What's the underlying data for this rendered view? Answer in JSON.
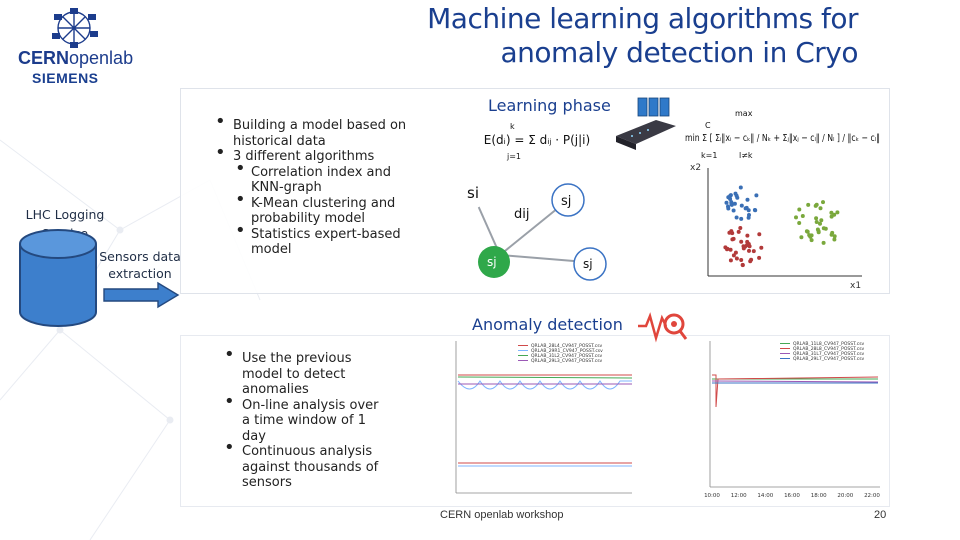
{
  "slide": {
    "title_line1": "Machine learning algorithms for",
    "title_line2": "anomaly detection in Cryo",
    "logo": {
      "cern": "CERN",
      "openlab": "openlab",
      "siemens": "SIEMENS"
    },
    "left": {
      "service_label_line1": "LHC Logging",
      "service_label_line2": "Service",
      "sensors_label_line1": "Sensors data",
      "sensors_label_line2": "extraction"
    },
    "learning": {
      "title": "Learning phase",
      "bullets": [
        {
          "text": "Building a model based on historical data"
        },
        {
          "text": "3 different algorithms",
          "sub": [
            "Correlation index and KNN-graph",
            "K-Mean clustering and probability model",
            "Statistics expert-based model"
          ]
        }
      ],
      "graph_nodes": {
        "si_top": "si",
        "sj_top": "sj",
        "sj_bottom": "sj",
        "sj_right": "sj",
        "dij": "dij"
      },
      "formula1": "E(dᵢ) = Σ dᵢⱼ · P(j|i)",
      "formula1_limits": {
        "top": "k",
        "bottom": "j=1"
      },
      "formula2": "min Σ [ Σᵢ‖xᵢ − cₖ‖ / Nₖ + Σⱼ‖xⱼ − cₗ‖ / Nₗ ] / ‖cₖ − cₗ‖",
      "formula2_labels": {
        "max": "max",
        "C": "C",
        "k1": "k=1",
        "l": "l≠k"
      },
      "scatter_axes": {
        "x": "x1",
        "y": "x2"
      }
    },
    "anomaly": {
      "title": "Anomaly detection",
      "bullets": [
        "Use the previous model to detect anomalies",
        "On-line analysis over a time window of 1 day",
        "Continuous analysis against thousands of sensors"
      ],
      "chart1_legend": [
        "QRLAB_28L4_CV947_POSST.csv",
        "QRLAB_29R1_CV947_POSST.csv",
        "QRLAB_31L2_CV947_POSST.csv",
        "QRLAB_29L3_CV947_POSST.csv"
      ],
      "chart2_legend": [
        "QRLAB_11L8_CV947_POSST.csv",
        "QRLAB_28L8_CV947_POSST.csv",
        "QRLAB_31L7_CV947_POSST.csv",
        "QRLAB_29L7_CV947_POSST.csv"
      ],
      "chart2_xticks": [
        "10:00",
        "12:00",
        "14:00",
        "16:00",
        "18:00",
        "20:00",
        "22:00"
      ]
    },
    "footer": {
      "workshop": "CERN openlab workshop",
      "page": "20"
    },
    "colors": {
      "title": "#1a3f8f",
      "cylinder": "#3d7fcc",
      "arrow": "#3d7fcc",
      "accent_red": "#e0463c"
    },
    "icons": [
      "cern-network-logo-icon",
      "database-cylinder-icon",
      "right-arrow-icon",
      "server-rack-icon",
      "anomaly-signal-icon"
    ]
  }
}
